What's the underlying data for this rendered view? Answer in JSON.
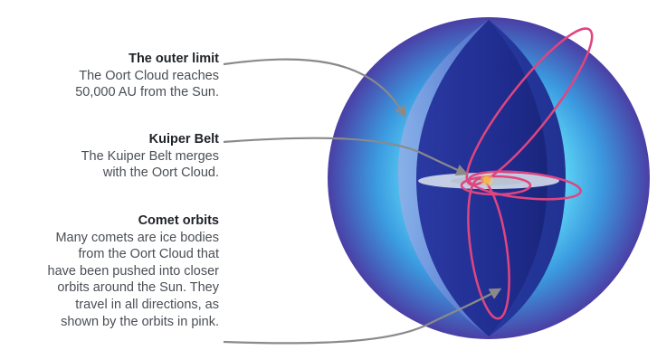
{
  "callouts": [
    {
      "title": "The outer limit",
      "body": [
        "The Oort Cloud reaches",
        "50,000 AU from the Sun."
      ]
    },
    {
      "title": "Kuiper Belt",
      "body": [
        "The Kuiper Belt merges",
        "with the Oort Cloud."
      ]
    },
    {
      "title": "Comet orbits",
      "body": [
        "Many comets are ice bodies",
        "from the Oort Cloud that",
        "have been pushed into closer",
        "orbits around the Sun. They",
        "travel in all directions, as",
        "shown by the orbits in pink."
      ]
    }
  ],
  "colors": {
    "sphere_outer": "#5a56b8",
    "sphere_glow": "#3cc4f0",
    "cutaway": "#1d2a86",
    "orbit": "#e0457f",
    "leader": "#8a8a8a",
    "sun": "#f2a12a"
  }
}
